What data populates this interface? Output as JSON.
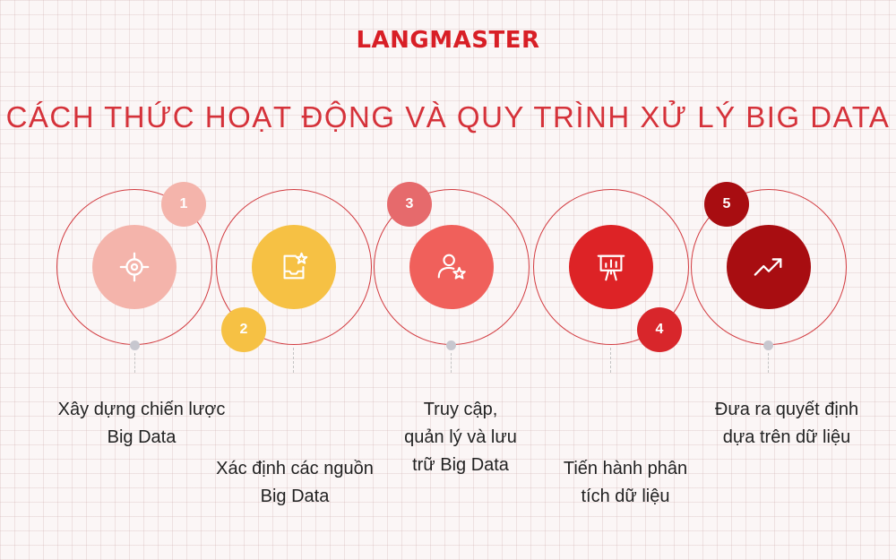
{
  "brand": {
    "logo_text": "LANGMASTER",
    "color": "#d81f26"
  },
  "title": "CÁCH THỨC HOẠT ĐỘNG VÀ QUY TRÌNH XỬ LÝ BIG DATA",
  "steps": [
    {
      "number": "1",
      "label_line1": "Xây dựng chiến lược",
      "label_line2": "Big Data",
      "icon": "target-icon",
      "color": "#f4b4ab",
      "badge_color": "#f4b4ab"
    },
    {
      "number": "2",
      "label_line1": "Xác định các nguồn",
      "label_line2": "Big Data",
      "icon": "document-star-icon",
      "color": "#f6c144",
      "badge_color": "#f6c144"
    },
    {
      "number": "3",
      "label_line1": "Truy cập,",
      "label_line2": "quản lý và lưu",
      "label_line3": "trữ Big Data",
      "icon": "user-star-icon",
      "color": "#f0605b",
      "badge_color": "#e66a6c"
    },
    {
      "number": "4",
      "label_line1": "Tiến hành phân",
      "label_line2": "tích dữ liệu",
      "icon": "presentation-chart-icon",
      "color": "#dd2326",
      "badge_color": "#d8262b"
    },
    {
      "number": "5",
      "label_line1": "Đưa ra quyết định",
      "label_line2": "dựa trên dữ liệu",
      "icon": "trend-up-icon",
      "color": "#a80d11",
      "badge_color": "#a80d11"
    }
  ]
}
